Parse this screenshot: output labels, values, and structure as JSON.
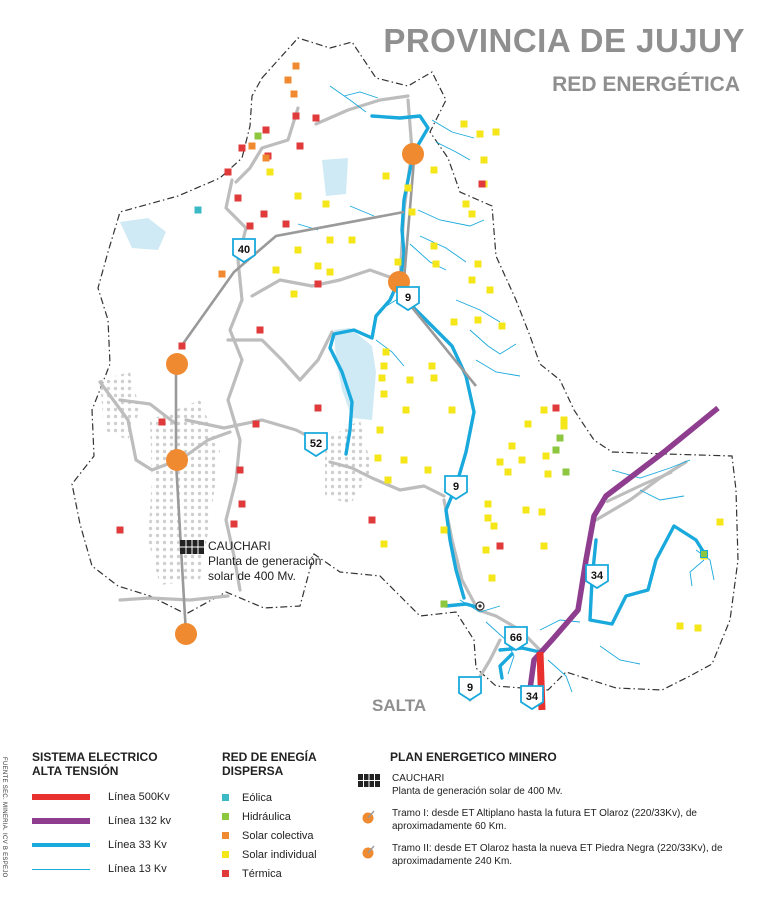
{
  "header": {
    "title": "PROVINCIA DE JUJUY",
    "subtitle": "RED ENERGÉTICA"
  },
  "map": {
    "neighbor_label": "SALTA",
    "cauchari_title": "CAUCHARI",
    "cauchari_desc_line1": "Planta de generación",
    "cauchari_desc_line2": "solar de 400 Mv.",
    "routes": [
      "40",
      "9",
      "52",
      "9",
      "34",
      "66",
      "9",
      "34"
    ]
  },
  "legend": {
    "sistema": {
      "title": "SISTEMA ELECTRICO\nALTA TENSIÓN",
      "items": [
        {
          "label": "Línea 500Kv",
          "color": "#e8312f"
        },
        {
          "label": "Línea  132 kv",
          "color": "#8e3d8f"
        },
        {
          "label": "Línea  33 Kv",
          "color": "#1aa9dc"
        },
        {
          "label": "Línea  13 Kv",
          "color": "#1aa9dc"
        }
      ]
    },
    "red_dispersa": {
      "title": "RED DE ENEGÍA\nDISPERSA",
      "items": [
        {
          "label": "Eólica",
          "color": "#3bb9c4"
        },
        {
          "label": "Hidráulica",
          "color": "#8dc63f"
        },
        {
          "label": "Solar colectiva",
          "color": "#f08a30"
        },
        {
          "label": "Solar individual",
          "color": "#f5e61a"
        },
        {
          "label": "Térmica",
          "color": "#e03a3a"
        }
      ]
    },
    "plan_minero": {
      "title": "PLAN ENERGETICO MINERO",
      "items": [
        {
          "icon": "solar-panel-icon",
          "line1": "CAUCHARI",
          "line2": "Planta de generación solar de 400 Mv."
        },
        {
          "icon": "orange-node-icon",
          "line1": "Tramo I: desde ET Altiplano hasta la futura ET Olaroz (220/33Kv), de",
          "line2": "aproximadamente 60 Km."
        },
        {
          "icon": "orange-node-icon",
          "line1": "Tramo II: desde ET Olaroz hasta la nueva ET Piedra Negra (220/33Kv), de",
          "line2": "aproximadamente 240 Km."
        }
      ]
    }
  },
  "source": "FUENTE SEC. MINERIA. ICV B ESPEJO",
  "colors": {
    "line500": "#e8312f",
    "line132": "#8e3d8f",
    "line33": "#1aa9dc",
    "node": "#f08a30",
    "roads": "#b3b3b3",
    "border": "#333333",
    "title": "#8f8f8f"
  }
}
